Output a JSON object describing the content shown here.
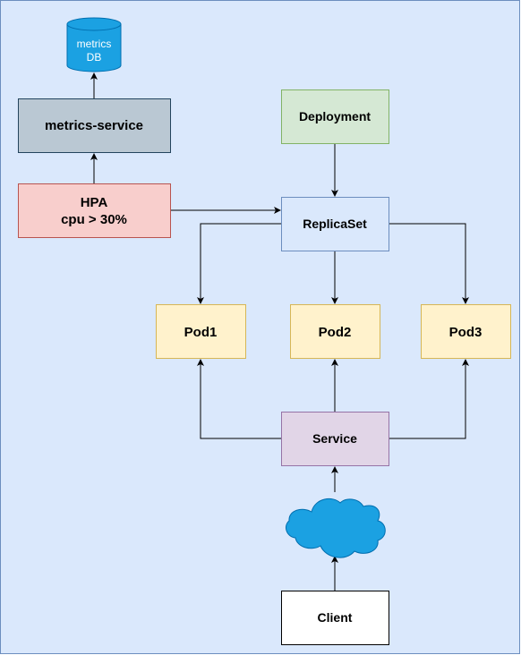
{
  "colors": {
    "background": "#dae8fc",
    "background_border": "#6c8ebf",
    "db_fill": "#1ba1e2",
    "db_stroke": "#006eaf",
    "metrics_service_fill": "#bac8d3",
    "metrics_service_stroke": "#23445d",
    "hpa_fill": "#f8cecc",
    "hpa_stroke": "#b85450",
    "deployment_fill": "#d5e8d4",
    "deployment_stroke": "#82b366",
    "replicaset_fill": "#dae8fc",
    "replicaset_stroke": "#6c8ebf",
    "pod_fill": "#fff2cc",
    "pod_stroke": "#d6b656",
    "service_fill": "#e1d5e7",
    "service_stroke": "#9673a6",
    "cloud_fill": "#1ba1e2",
    "cloud_stroke": "#006eaf",
    "client_fill": "#ffffff",
    "client_stroke": "#000000",
    "edge": "#000000"
  },
  "nodes": {
    "metrics_db": {
      "line1": "metrics",
      "line2": "DB"
    },
    "metrics_service": {
      "label": "metrics-service"
    },
    "hpa": {
      "line1": "HPA",
      "line2": "cpu > 30%"
    },
    "deployment": {
      "label": "Deployment"
    },
    "replicaset": {
      "label": "ReplicaSet"
    },
    "pod1": {
      "label": "Pod1"
    },
    "pod2": {
      "label": "Pod2"
    },
    "pod3": {
      "label": "Pod3"
    },
    "service": {
      "label": "Service"
    },
    "internet_cloud": {
      "icon": "cloud-icon"
    },
    "client": {
      "label": "Client"
    }
  },
  "edges": [
    {
      "from": "metrics_service",
      "to": "metrics_db"
    },
    {
      "from": "hpa",
      "to": "metrics_service"
    },
    {
      "from": "hpa",
      "to": "replicaset"
    },
    {
      "from": "deployment",
      "to": "replicaset"
    },
    {
      "from": "replicaset",
      "to": "pod1"
    },
    {
      "from": "replicaset",
      "to": "pod2"
    },
    {
      "from": "replicaset",
      "to": "pod3"
    },
    {
      "from": "service",
      "to": "pod1"
    },
    {
      "from": "service",
      "to": "pod2"
    },
    {
      "from": "service",
      "to": "pod3"
    },
    {
      "from": "internet_cloud",
      "to": "service"
    },
    {
      "from": "client",
      "to": "internet_cloud"
    }
  ]
}
